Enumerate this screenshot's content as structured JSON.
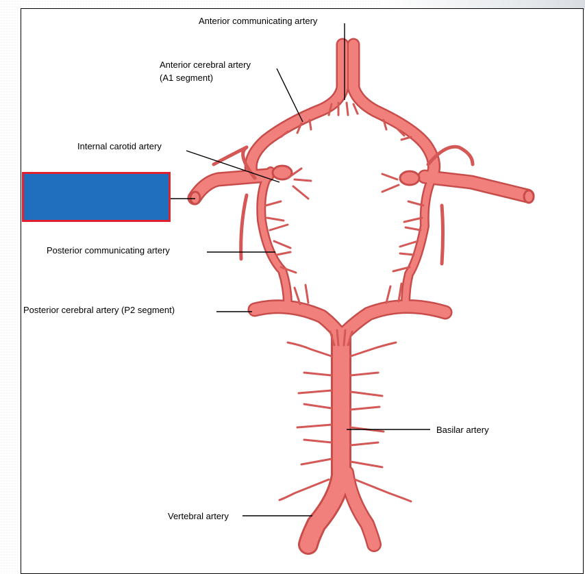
{
  "labels": {
    "anterior_communicating": "Anterior communicating artery",
    "anterior_cerebral": "Anterior cerebral artery",
    "anterior_cerebral_segment": "(A1 segment)",
    "internal_carotid": "Internal carotid artery",
    "posterior_communicating": "Posterior communicating artery",
    "posterior_cerebral": "Posterior cerebral artery (P2 segment)",
    "basilar": "Basilar artery",
    "vertebral": "Vertebral artery"
  },
  "colors": {
    "artery_fill": "#f1807d",
    "artery_stroke": "#c84c4a",
    "label_box_fill": "#1f6fbe",
    "label_box_border": "#e0202e"
  }
}
